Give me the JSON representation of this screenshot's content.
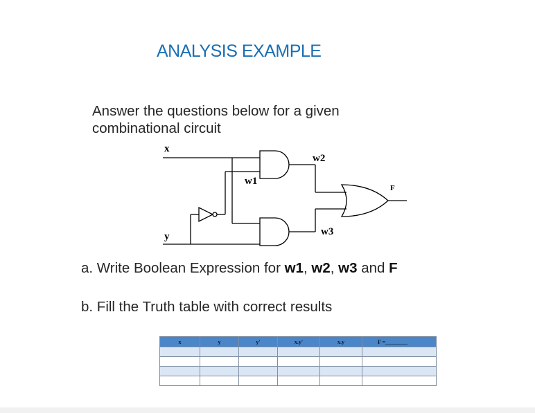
{
  "title": "ANALYSIS EXAMPLE",
  "intro": {
    "line1": "Answer the questions below for a given",
    "line2": "combinational circuit"
  },
  "circuit": {
    "labels": {
      "x": "x",
      "y": "y",
      "w1": "w1",
      "w2": "w2",
      "w3": "w3",
      "f": "F"
    },
    "gates": [
      "and-gate-top",
      "and-gate-bottom",
      "or-gate",
      "not-gate"
    ]
  },
  "question_a": {
    "prefix": "a. Write Boolean Expression for ",
    "w1": "w1",
    "sep1": ", ",
    "w2": "w2",
    "sep2": ", ",
    "w3": "w3",
    "and": " and ",
    "f": "F"
  },
  "question_b": "b. Fill the Truth table with correct results",
  "truth_table": {
    "headers": [
      "x",
      "y",
      "y'",
      "x.y'",
      "x.y",
      "F =________"
    ],
    "rows": [
      [
        "",
        "",
        "",
        "",
        "",
        ""
      ],
      [
        "",
        "",
        "",
        "",
        "",
        ""
      ],
      [
        "",
        "",
        "",
        "",
        "",
        ""
      ],
      [
        "",
        "",
        "",
        "",
        "",
        ""
      ]
    ]
  },
  "colors": {
    "title": "#1a6fb4",
    "table_header": "#4a86c8",
    "table_row": "#dbe6f5"
  }
}
